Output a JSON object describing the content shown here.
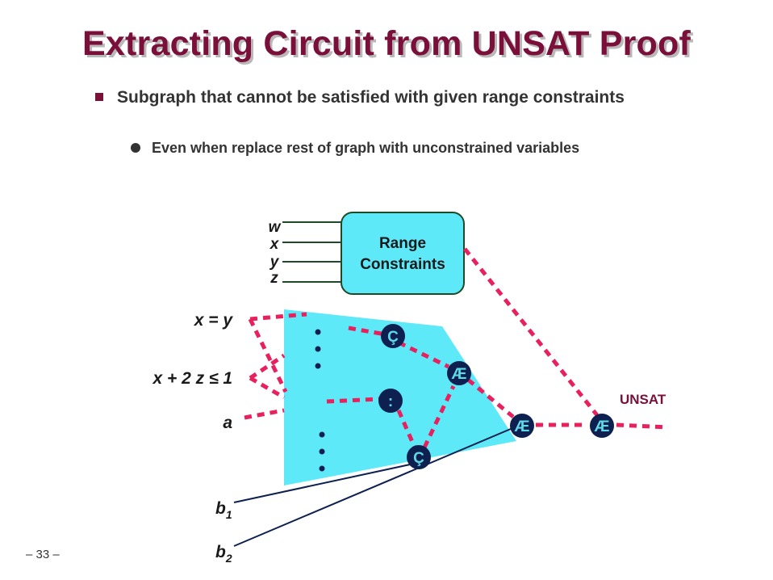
{
  "title": "Extracting Circuit from UNSAT Proof",
  "bullets": {
    "main": "Subgraph that cannot be satisfied with given range constraints",
    "sub": "Even when replace rest of graph with unconstrained variables"
  },
  "diagram": {
    "box_line1": "Range",
    "box_line2": "Constraints",
    "box_inputs": [
      "w",
      "x",
      "y",
      "z"
    ],
    "constraints": [
      "x = y",
      "x + 2 z ≤ 1",
      "a"
    ],
    "b1": "b",
    "b1_sub": "1",
    "b2": "b",
    "b2_sub": "2",
    "gates": [
      "Ç",
      "Æ",
      ":",
      "Ç",
      "Æ",
      "Æ"
    ],
    "unsat_label": "UNSAT",
    "colors": {
      "region": "#5ee9f9",
      "box": "#5ee9f9",
      "dashed_edge": "#e8205e",
      "gate_fill": "#0e2050",
      "title": "#7a0f3a"
    }
  },
  "footer": {
    "page": "– 33 –"
  }
}
